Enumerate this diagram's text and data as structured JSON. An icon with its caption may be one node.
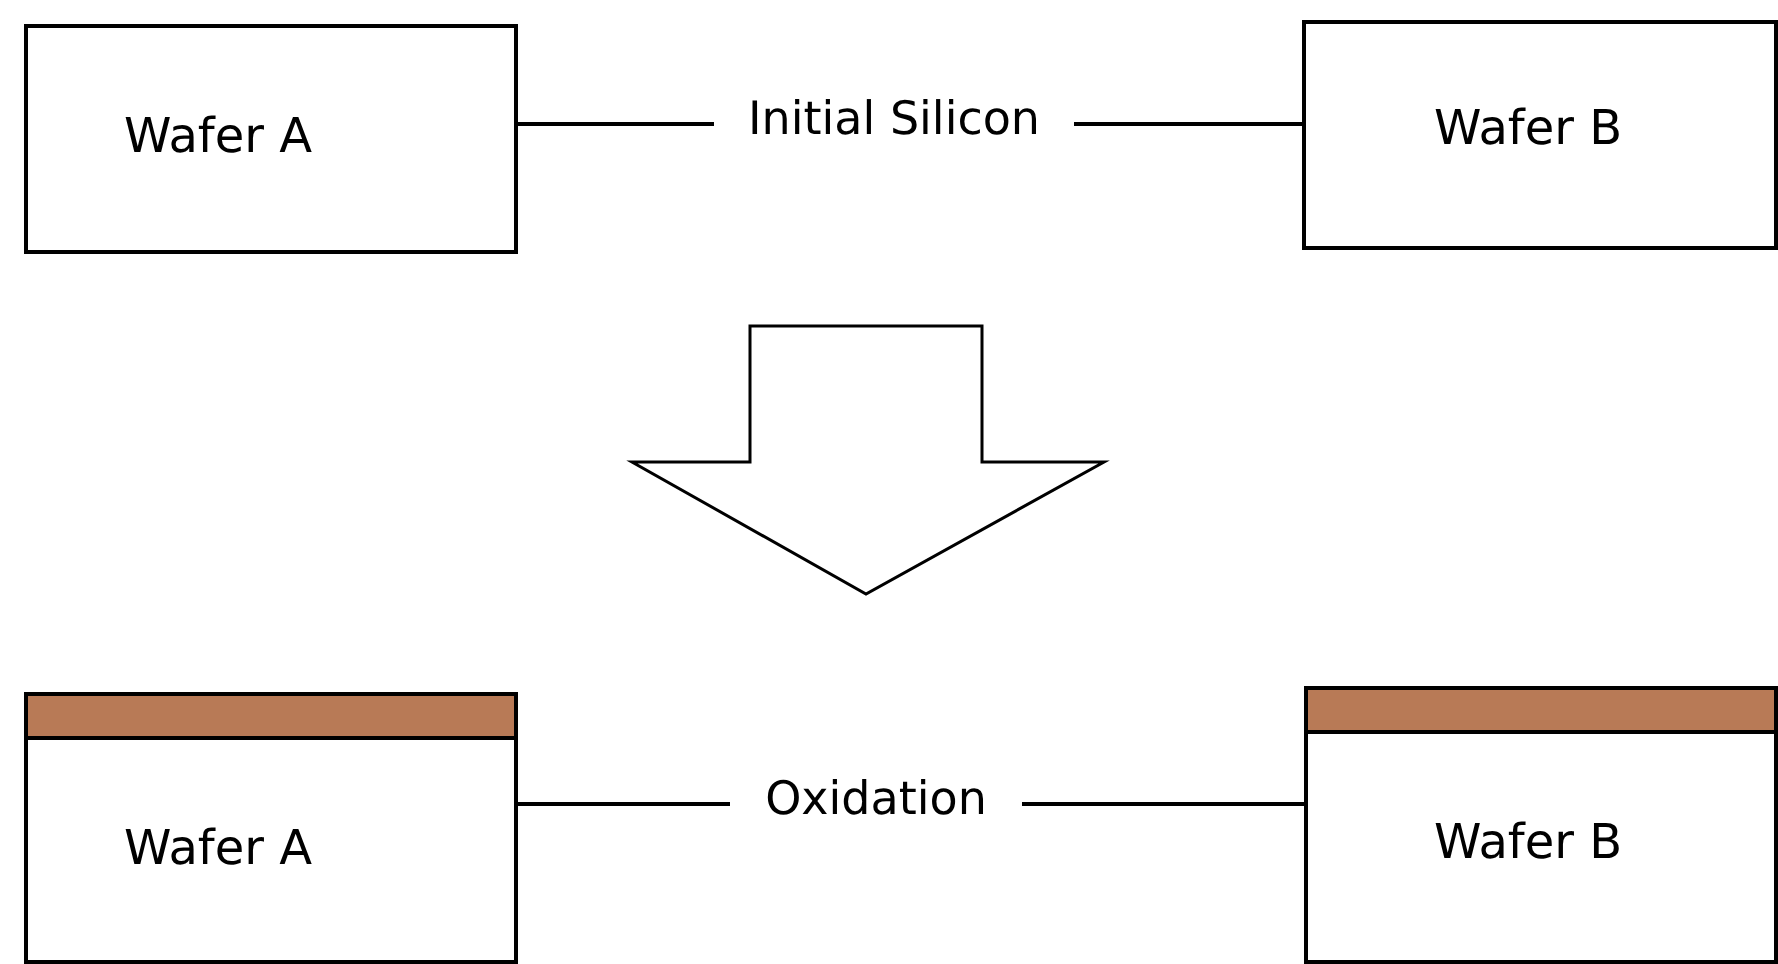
{
  "diagram": {
    "nodes": [
      {
        "text": [
          "Wafer A"
        ]
      },
      {
        "text": [
          "Initial Silicon"
        ]
      },
      {
        "text": [
          "Wafer B"
        ]
      },
      {
        "text": [
          "Wafer A"
        ]
      },
      {
        "text": [],
        "shape": "bar",
        "in": 3
      },
      {
        "text": [
          "Oxidation"
        ]
      },
      {
        "text": [
          "Wafer B"
        ]
      },
      {
        "text": [],
        "shape": "bar",
        "in": 6
      }
    ],
    "edges": [
      {
        "from": 0,
        "to": 1,
        "arrow": "none"
      },
      {
        "from": 1,
        "to": 2,
        "arrow": "none"
      },
      {
        "from": 3,
        "to": 5,
        "arrow": "none"
      },
      {
        "from": 5,
        "to": 6,
        "arrow": "none"
      }
    ]
  }
}
